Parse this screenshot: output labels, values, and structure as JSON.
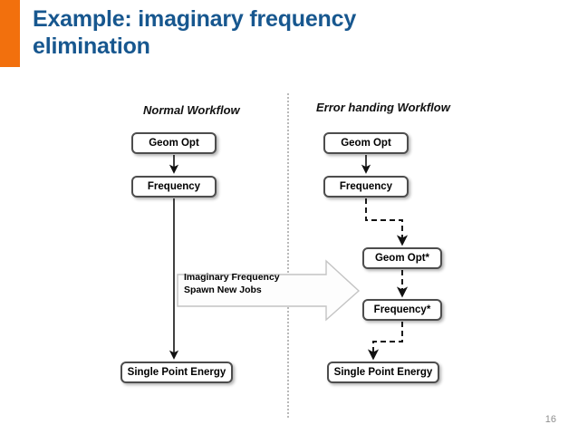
{
  "slide": {
    "title": "Example: imaginary frequency\nelimination",
    "title_color": "#17578f",
    "accent_color": "#f2700d",
    "page_number": "16"
  },
  "diagram": {
    "headers": {
      "left": "Normal Workflow",
      "right": "Error handing Workflow"
    },
    "annotation": "Imaginary Frequency\nSpawn New Jobs",
    "normal_workflow": {
      "nodes": [
        {
          "id": "l-geomopt",
          "label": "Geom Opt"
        },
        {
          "id": "l-frequency",
          "label": "Frequency"
        },
        {
          "id": "l-spe",
          "label": "Single Point Energy"
        }
      ]
    },
    "error_workflow": {
      "nodes": [
        {
          "id": "r-geomopt",
          "label": "Geom Opt"
        },
        {
          "id": "r-frequency",
          "label": "Frequency"
        },
        {
          "id": "r-geomopt2",
          "label": "Geom Opt*"
        },
        {
          "id": "r-frequency2",
          "label": "Frequency*"
        },
        {
          "id": "r-spe",
          "label": "Single Point Energy"
        }
      ]
    },
    "colors": {
      "box_border": "#4d4d4d",
      "connector": "#111111",
      "divider": "#b9b9b9",
      "block_arrow_fill": "#fdfdfd",
      "block_arrow_stroke": "#bfbfbf"
    }
  }
}
